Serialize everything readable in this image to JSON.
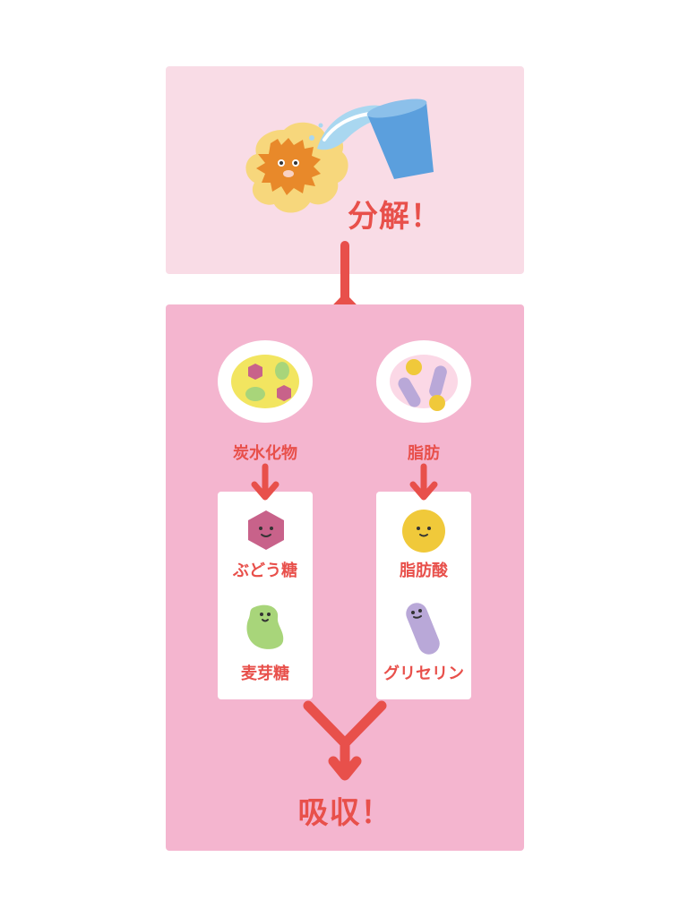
{
  "top": {
    "title": "分解！"
  },
  "carbs": {
    "title": "炭水化物",
    "items": [
      {
        "label": "ぶどう糖"
      },
      {
        "label": "麦芽糖"
      }
    ]
  },
  "fat": {
    "title": "脂肪",
    "items": [
      {
        "label": "脂肪酸"
      },
      {
        "label": "グリセリン"
      }
    ]
  },
  "bottom": {
    "title": "吸収！"
  },
  "colors": {
    "arrow": "#e8504b",
    "top_panel": "#f9dce6",
    "bottom_panel": "#f4b5cf",
    "glucose": "#c8628a",
    "maltose": "#a8d57a",
    "fatty_acid": "#f0c93a",
    "glycerin": "#b9a8d8"
  }
}
